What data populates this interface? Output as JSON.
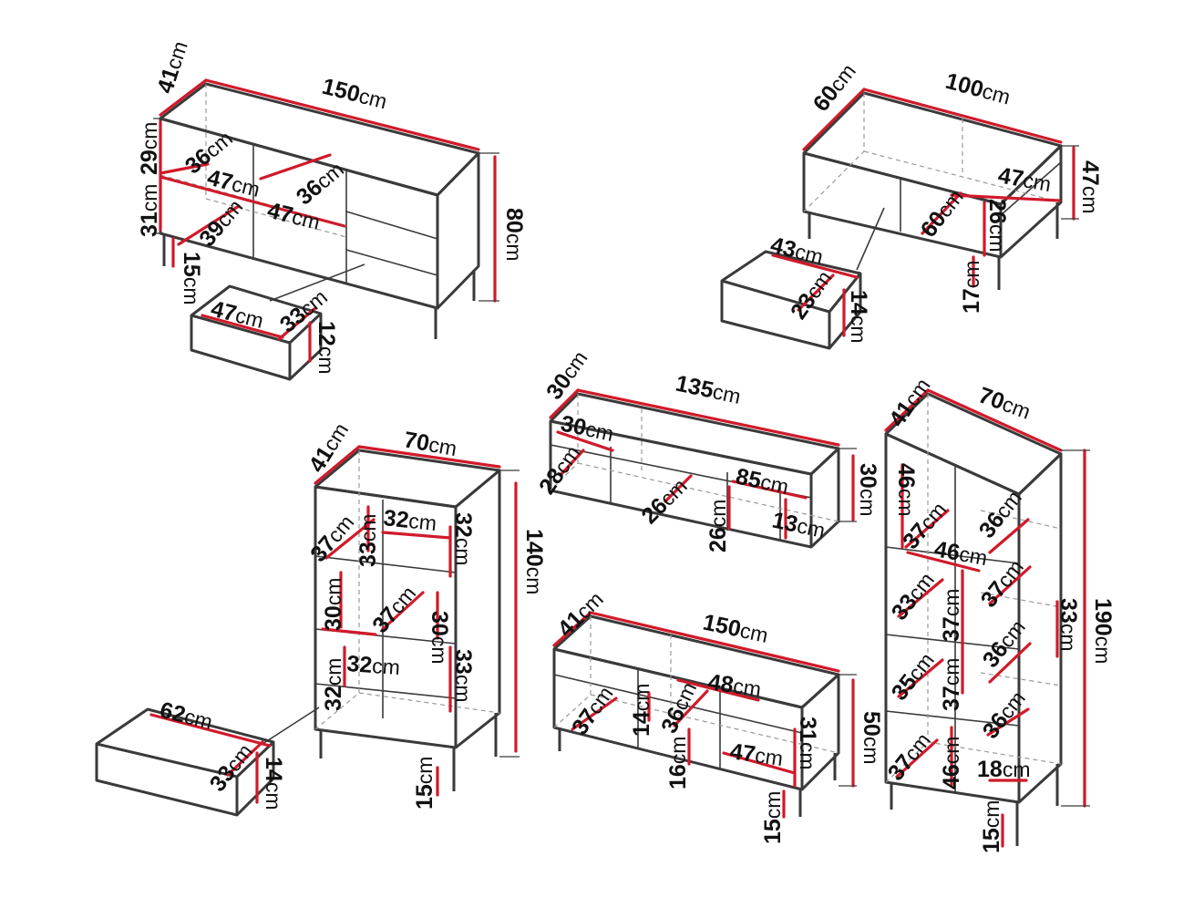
{
  "colors": {
    "dimension_line": "#d01a2a",
    "outline": "#3a3a3a",
    "hidden_edge": "#999999"
  },
  "furniture": {
    "sideboard": {
      "depth": {
        "n": "41",
        "u": "cm"
      },
      "width": {
        "n": "150",
        "u": "cm"
      },
      "height": {
        "n": "80",
        "u": "cm"
      },
      "top_shelf_h": {
        "n": "29",
        "u": "cm"
      },
      "top_shelf_d": {
        "n": "36",
        "u": "cm"
      },
      "top_shelf_w": {
        "n": "47",
        "u": "cm"
      },
      "mid_shelf_d": {
        "n": "36",
        "u": "cm"
      },
      "lower_shelf_h": {
        "n": "31",
        "u": "cm"
      },
      "lower_shelf_d": {
        "n": "39",
        "u": "cm"
      },
      "lower_shelf_w": {
        "n": "47",
        "u": "cm"
      },
      "leg_h": {
        "n": "15",
        "u": "cm"
      },
      "drawer_w": {
        "n": "47",
        "u": "cm"
      },
      "drawer_d": {
        "n": "33",
        "u": "cm"
      },
      "drawer_h": {
        "n": "12",
        "u": "cm"
      }
    },
    "coffee_table": {
      "depth": {
        "n": "60",
        "u": "cm"
      },
      "width": {
        "n": "100",
        "u": "cm"
      },
      "height": {
        "n": "47",
        "u": "cm"
      },
      "shelf_w": {
        "n": "47",
        "u": "cm"
      },
      "shelf_d": {
        "n": "60",
        "u": "cm"
      },
      "shelf_h": {
        "n": "26",
        "u": "cm"
      },
      "leg_h": {
        "n": "17",
        "u": "cm"
      },
      "drawer_w": {
        "n": "43",
        "u": "cm"
      },
      "drawer_d": {
        "n": "23",
        "u": "cm"
      },
      "drawer_h": {
        "n": "14",
        "u": "cm"
      }
    },
    "hanging_tv_cabinet": {
      "depth": {
        "n": "30",
        "u": "cm"
      },
      "width": {
        "n": "135",
        "u": "cm"
      },
      "height": {
        "n": "30",
        "u": "cm"
      },
      "inner_d": {
        "n": "30",
        "u": "cm"
      },
      "side_h": {
        "n": "28",
        "u": "cm"
      },
      "mid_d": {
        "n": "26",
        "u": "cm"
      },
      "mid_h": {
        "n": "26",
        "u": "cm"
      },
      "right_w": {
        "n": "85",
        "u": "cm"
      },
      "small_h": {
        "n": "13",
        "u": "cm"
      }
    },
    "highboard": {
      "depth": {
        "n": "41",
        "u": "cm"
      },
      "width": {
        "n": "70",
        "u": "cm"
      },
      "height": {
        "n": "140",
        "u": "cm"
      },
      "top_shelf_d": {
        "n": "37",
        "u": "cm"
      },
      "top_shelf_h": {
        "n": "33",
        "u": "cm"
      },
      "top_right_w": {
        "n": "32",
        "u": "cm"
      },
      "top_right_h": {
        "n": "32",
        "u": "cm"
      },
      "mid_h": {
        "n": "30",
        "u": "cm"
      },
      "mid_d": {
        "n": "37",
        "u": "cm"
      },
      "mid_right_h": {
        "n": "30",
        "u": "cm"
      },
      "low_w": {
        "n": "32",
        "u": "cm"
      },
      "low_right_h": {
        "n": "33",
        "u": "cm"
      },
      "low_left_h": {
        "n": "32",
        "u": "cm"
      },
      "leg_h": {
        "n": "15",
        "u": "cm"
      },
      "drawer_w": {
        "n": "62",
        "u": "cm"
      },
      "drawer_d": {
        "n": "33",
        "u": "cm"
      },
      "drawer_h": {
        "n": "14",
        "u": "cm"
      }
    },
    "tv_lowboard": {
      "depth": {
        "n": "41",
        "u": "cm"
      },
      "width": {
        "n": "150",
        "u": "cm"
      },
      "height": {
        "n": "50",
        "u": "cm"
      },
      "left_d": {
        "n": "37",
        "u": "cm"
      },
      "mid_h": {
        "n": "14",
        "u": "cm"
      },
      "mid_d": {
        "n": "36",
        "u": "cm"
      },
      "top_w": {
        "n": "48",
        "u": "cm"
      },
      "right_w": {
        "n": "47",
        "u": "cm"
      },
      "right_h": {
        "n": "31",
        "u": "cm"
      },
      "low_h": {
        "n": "16",
        "u": "cm"
      },
      "leg_h": {
        "n": "15",
        "u": "cm"
      }
    },
    "tall_cabinet": {
      "depth": {
        "n": "41",
        "u": "cm"
      },
      "width": {
        "n": "70",
        "u": "cm"
      },
      "height": {
        "n": "190",
        "u": "cm"
      },
      "top_left_h": {
        "n": "46",
        "u": "cm"
      },
      "top_left_d": {
        "n": "37",
        "u": "cm"
      },
      "top_left_w": {
        "n": "46",
        "u": "cm"
      },
      "r1_d": {
        "n": "36",
        "u": "cm"
      },
      "r2_d": {
        "n": "37",
        "u": "cm"
      },
      "r_h": {
        "n": "33",
        "u": "cm"
      },
      "l2_d": {
        "n": "33",
        "u": "cm"
      },
      "c_h1": {
        "n": "37",
        "u": "cm"
      },
      "r3_d": {
        "n": "36",
        "u": "cm"
      },
      "l3_d": {
        "n": "35",
        "u": "cm"
      },
      "c_h2": {
        "n": "37",
        "u": "cm"
      },
      "r4_d": {
        "n": "36",
        "u": "cm"
      },
      "l4_d": {
        "n": "37",
        "u": "cm"
      },
      "bottom_h": {
        "n": "46",
        "u": "cm"
      },
      "bottom_r": {
        "n": "18",
        "u": "cm"
      },
      "leg_h": {
        "n": "15",
        "u": "cm"
      }
    }
  }
}
